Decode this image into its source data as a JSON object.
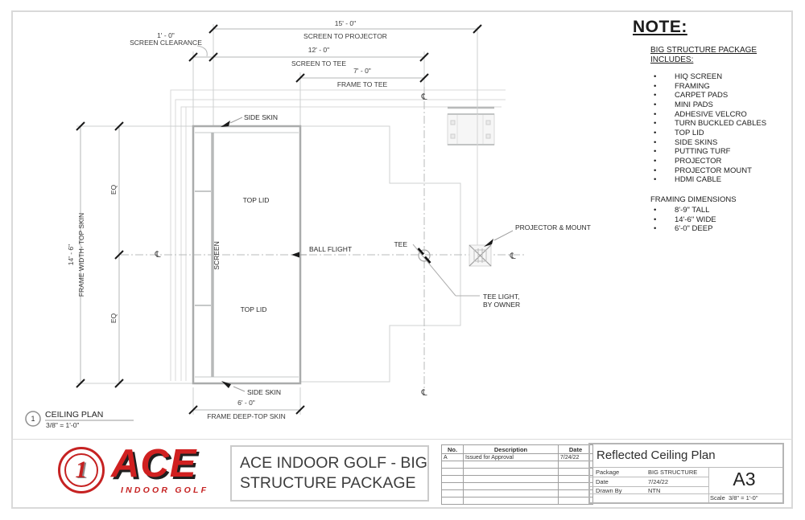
{
  "sheet": {
    "cl": "℄"
  },
  "dims": {
    "screen_to_projector": {
      "value": "15' - 0\"",
      "label": "SCREEN TO PROJECTOR"
    },
    "screen_to_tee": {
      "value": "12' - 0\"",
      "label": "SCREEN TO TEE"
    },
    "frame_to_tee": {
      "value": "7' - 0\"",
      "label": "FRAME TO TEE"
    },
    "screen_clearance": {
      "value": "1' - 0\"",
      "label": "SCREEN CLEARANCE"
    },
    "frame_width": {
      "value": "14' - 6\"",
      "label": "FRAME WIDTH- TOP SKIN"
    },
    "eq_top": "EQ",
    "eq_bottom": "EQ",
    "frame_deep": {
      "value": "6' - 0\"",
      "label": "FRAME DEEP-TOP SKIN"
    }
  },
  "labels": {
    "side_skin_top": "SIDE SKIN",
    "side_skin_bottom": "SIDE SKIN",
    "top_lid_upper": "TOP LID",
    "top_lid_lower": "TOP LID",
    "screen": "SCREEN",
    "ball_flight": "BALL FLIGHT",
    "tee": "TEE",
    "tee_light_line1": "TEE LIGHT,",
    "tee_light_line2": "BY OWNER",
    "projector_mount": "PROJECTOR & MOUNT"
  },
  "view_title": {
    "number": "1",
    "name": "CEILING PLAN",
    "scale": "3/8\" = 1'-0\""
  },
  "note": {
    "heading": "NOTE:",
    "subheading": "BIG STRUCTURE PACKAGE INCLUDES:",
    "items": [
      "HIQ SCREEN",
      "FRAMING",
      "CARPET PADS",
      "MINI PADS",
      "ADHESIVE VELCRO",
      "TURN BUCKLED CABLES",
      "TOP LID",
      "SIDE SKINS",
      "PUTTING TURF",
      "PROJECTOR",
      "PROJECTOR MOUNT",
      "HDMI CABLE"
    ],
    "framing_heading": "FRAMING DIMENSIONS",
    "framing_items": [
      "8'-9\" TALL",
      "14'-6\" WIDE",
      "6'-0\" DEEP"
    ]
  },
  "title_block": {
    "logo": {
      "number": "1",
      "name": "ACE",
      "tagline": "INDOOR GOLF"
    },
    "project_title_line1": "ACE INDOOR GOLF - BIG",
    "project_title_line2": "STRUCTURE PACKAGE",
    "revisions": {
      "headers": {
        "no": "No.",
        "description": "Description",
        "date": "Date"
      },
      "rows": [
        {
          "no": "A",
          "description": "Issued for Approval",
          "date": "7/24/22"
        }
      ]
    },
    "info": {
      "drawing_title": "Reflected Ceiling Plan",
      "package_label": "Package",
      "package_value": "BIG STRUCTURE",
      "date_label": "Date",
      "date_value": "7/24/22",
      "drawn_by_label": "Drawn By",
      "drawn_by_value": "NTN",
      "sheet_number": "A3",
      "scale_label": "Scale",
      "scale_value": "3/8\" = 1'-0\""
    }
  }
}
